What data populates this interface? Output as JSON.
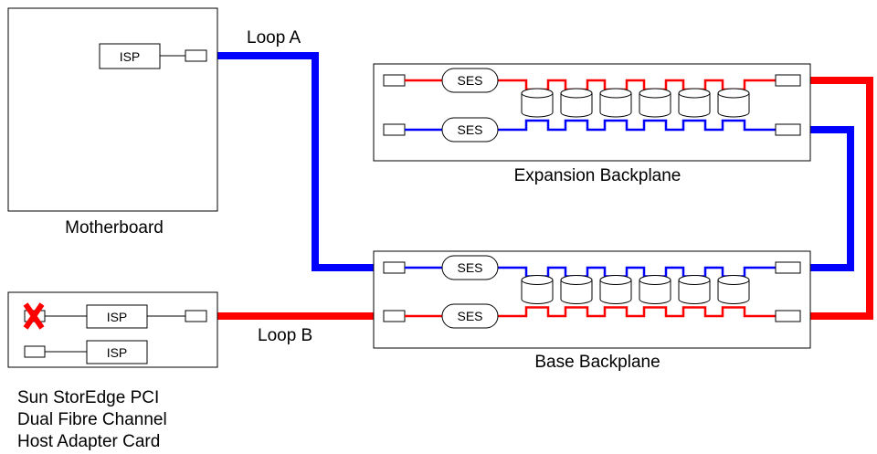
{
  "colors": {
    "loop_a": "#0000ff",
    "loop_b": "#ff0000",
    "fault_mark": "#ff0000"
  },
  "labels": {
    "loop_a": "Loop A",
    "loop_b": "Loop B",
    "motherboard": "Motherboard",
    "expansion_backplane": "Expansion Backplane",
    "base_backplane": "Base Backplane",
    "adapter_line1": "Sun StorEdge PCI",
    "adapter_line2": "Dual Fibre Channel",
    "adapter_line3": "Host Adapter Card"
  },
  "components": {
    "isp": "ISP",
    "ses": "SES"
  },
  "icons": {
    "fault": "x-mark-icon",
    "disk": "disk-drive-icon"
  },
  "disk_count_per_backplane": 6
}
